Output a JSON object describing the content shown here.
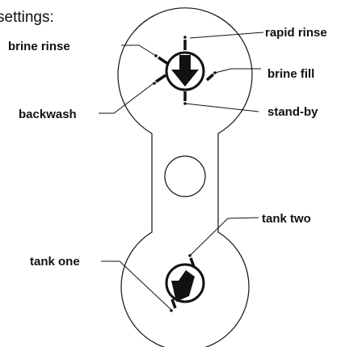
{
  "heading": "settings:",
  "labels": {
    "rapid_rinse": "rapid rinse",
    "brine_rinse": "brine rinse",
    "brine_fill": "brine fill",
    "backwash": "backwash",
    "stand_by": "stand-by",
    "tank_two": "tank two",
    "tank_one": "tank one"
  },
  "colors": {
    "stroke": "#111111",
    "background": "#ffffff"
  }
}
